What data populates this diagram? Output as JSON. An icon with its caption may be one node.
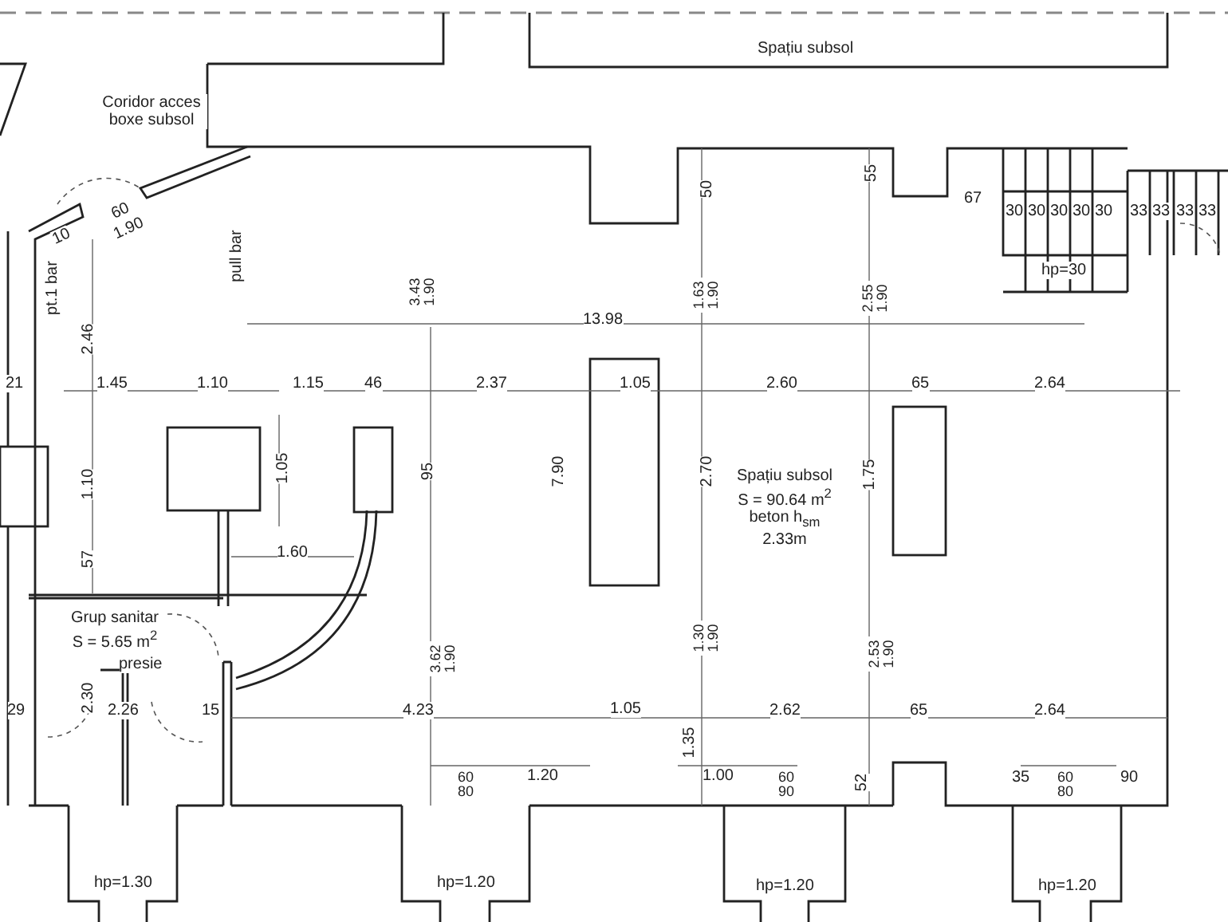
{
  "diagram": {
    "labels": [
      "Spațiu subsol",
      "Coridor acces boxe subsol",
      "10",
      "60",
      "1.90",
      "pt.1 bar",
      "pull bar",
      "2.46",
      "3.43 1.90",
      "13.98",
      "21",
      "1.45",
      "1.10",
      "1.15",
      "46",
      "2.37",
      "1.05",
      "50",
      "55",
      "67",
      "30",
      "30",
      "30",
      "30",
      "30",
      "33",
      "33",
      "33",
      "33",
      "hp=30",
      "1.63 1.90",
      "2.55 1.90",
      "2.60",
      "65",
      "2.64",
      "1.10",
      "1.05",
      "95",
      "7.90",
      "2.70",
      "1.75",
      "Spațiu subsol S = 90.64 m$^{2}$ beton h$_{sm}$ 2.33m",
      "57",
      "1.60",
      "Grup sanitar S = 5.65 m$^{2}$",
      "presie",
      "3.62 1.90",
      "1.30 1.90",
      "2.53 1.90",
      "29",
      "2.30",
      "2.26",
      "15",
      "4.23",
      "1.05",
      "2.62",
      "65",
      "2.64",
      "1.35",
      "60 80",
      "1.20",
      "1.00",
      "60 90",
      "52",
      "35",
      "60 80",
      "90",
      "hp=1.30",
      "hp=1.20",
      "hp=1.20",
      "hp=1.20"
    ]
  }
}
